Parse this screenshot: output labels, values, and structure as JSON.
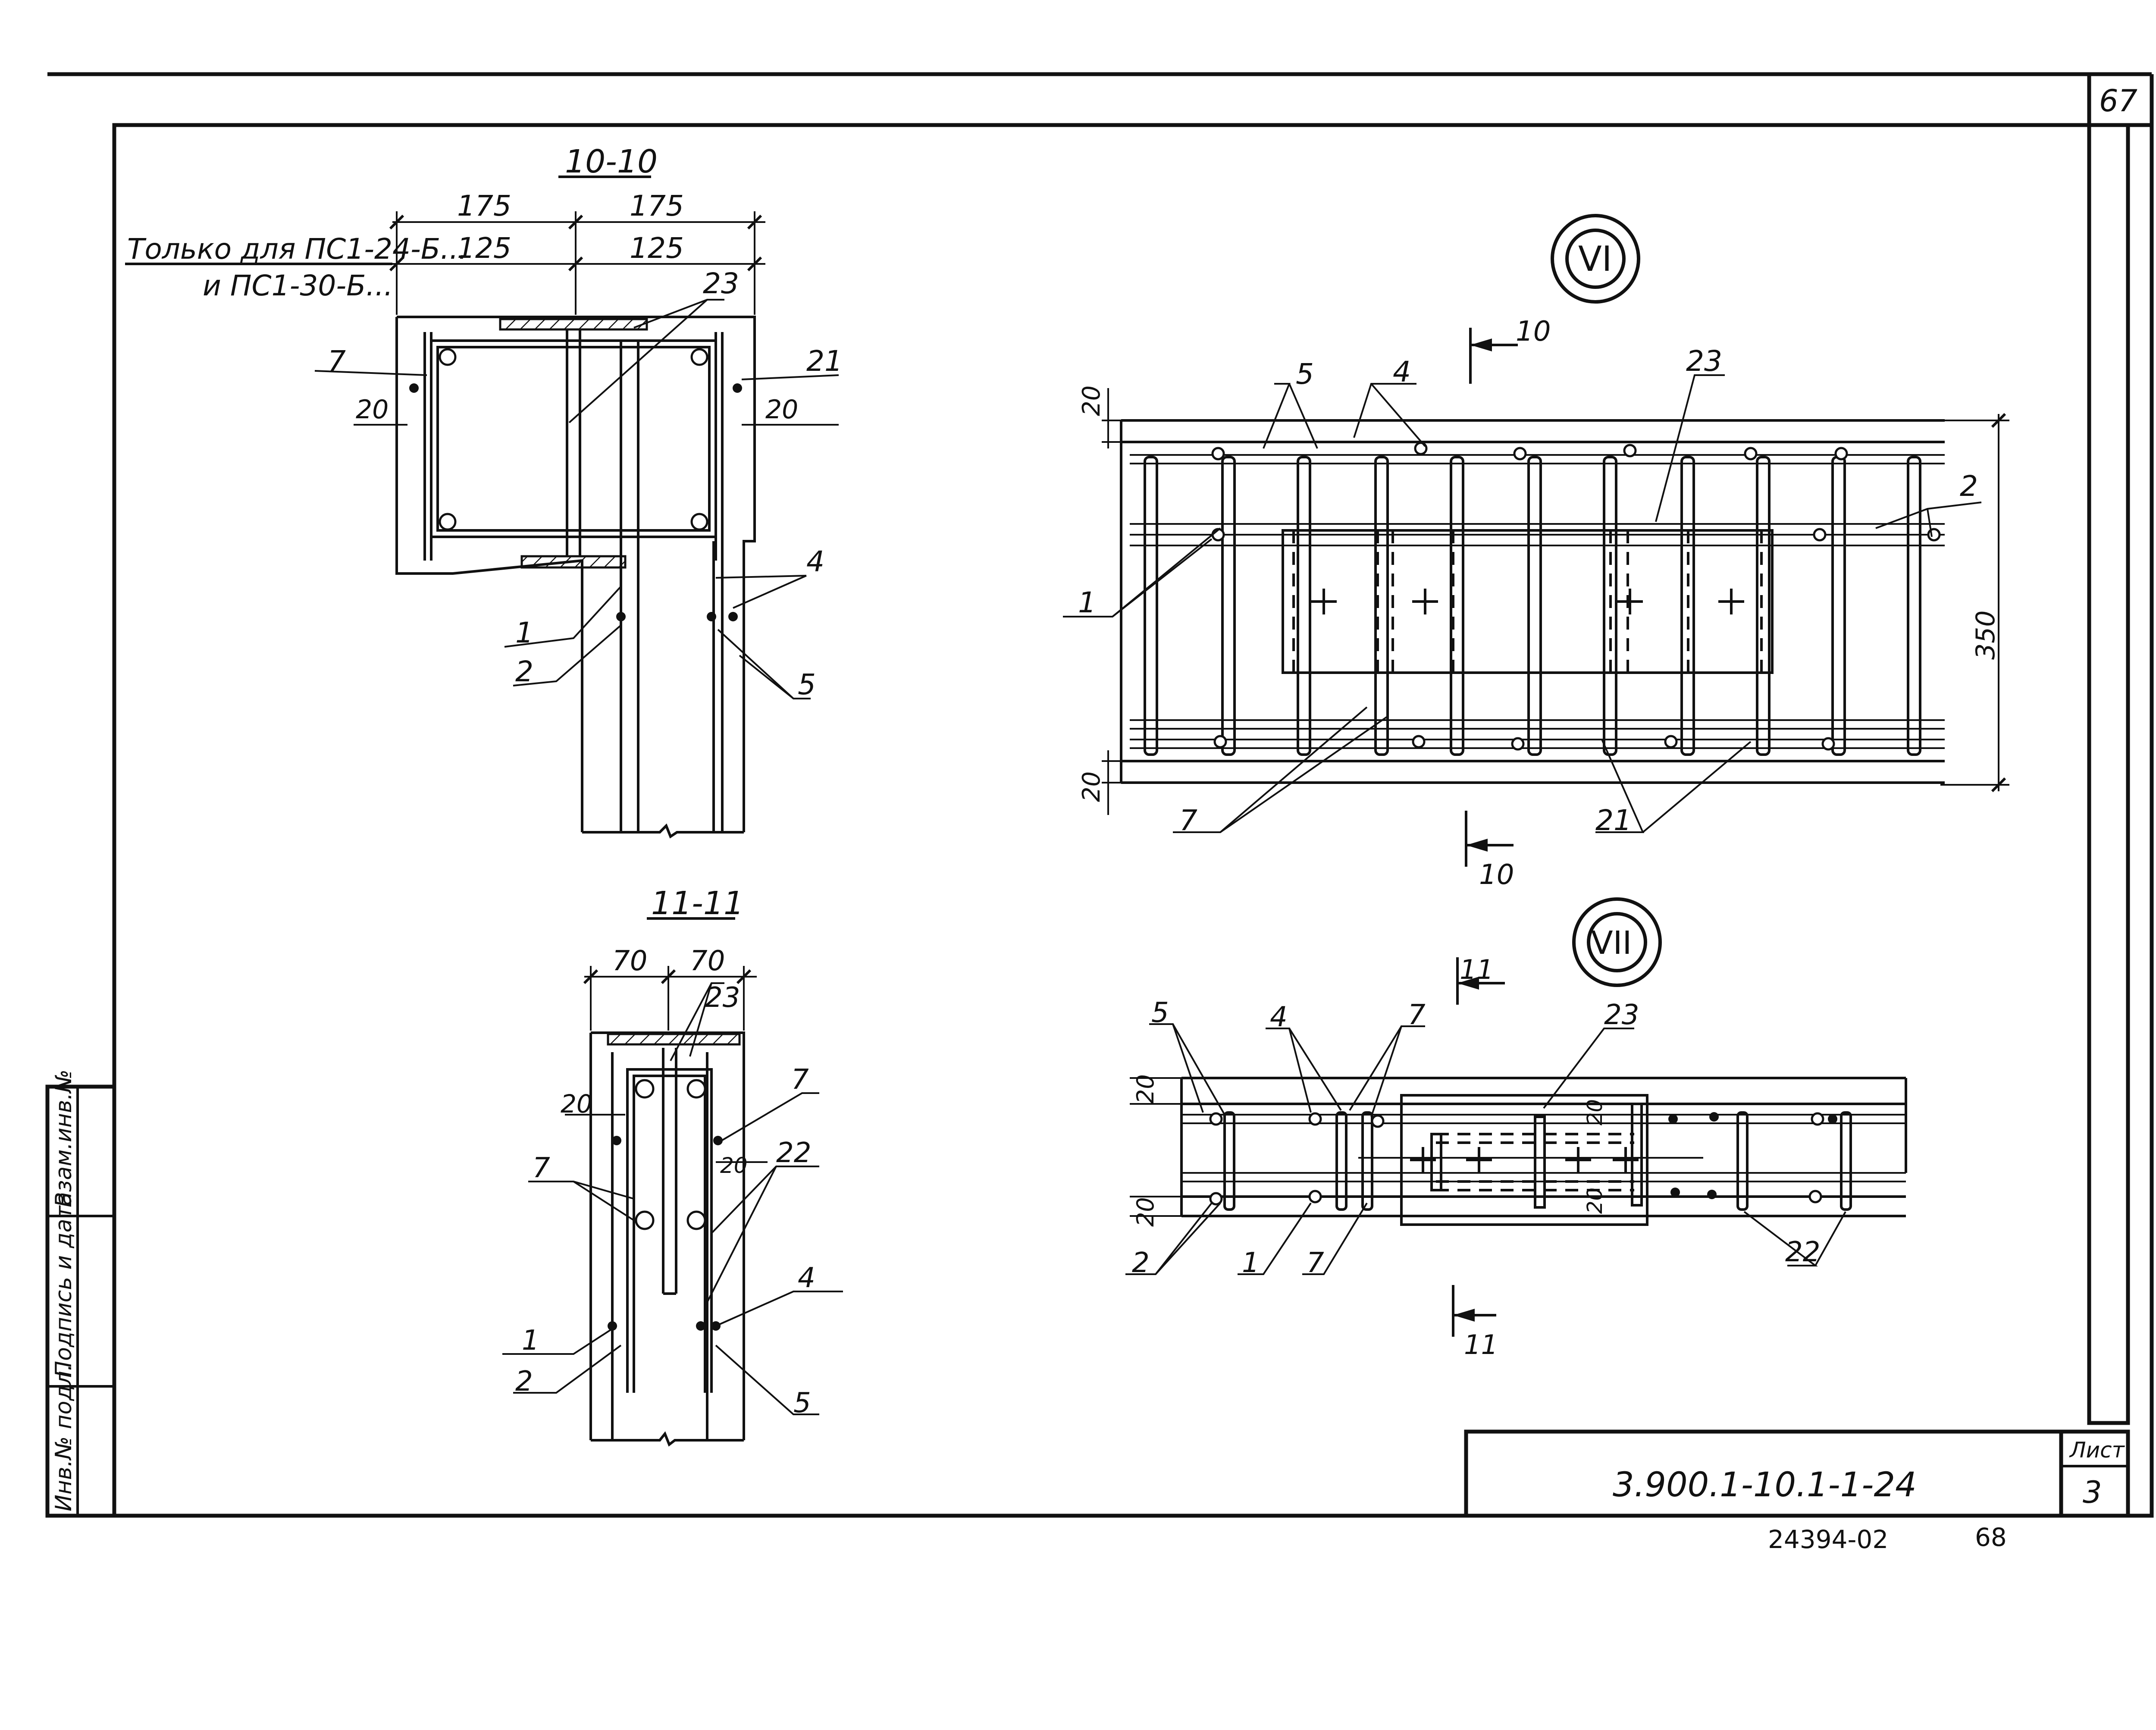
{
  "sheet": {
    "corner_number": "67",
    "bottom_code": "24394-02",
    "bottom_page": "68",
    "title_block": {
      "designation": "3.900.1-10.1-1-24",
      "sheet_label": "Лист",
      "sheet_number": "3"
    },
    "side_stamp": [
      "Инв.№ подл.",
      "Подпись и дата",
      "Взам.инв.№"
    ]
  },
  "section_10": {
    "title": "10-10",
    "note_line1": "Только для ПС1-24-Б...",
    "note_line2": "и ПС1-30-Б...",
    "dims": {
      "top_left": "175",
      "top_right": "175",
      "mid_left": "125",
      "mid_right": "125",
      "left_gap": "20",
      "right_gap": "20"
    },
    "callouts": {
      "c23": "23",
      "c7": "7",
      "c21": "21",
      "c4": "4",
      "c1": "1",
      "c2": "2",
      "c5": "5"
    }
  },
  "section_11": {
    "title": "11-11",
    "dims": {
      "top_left": "70",
      "top_right": "70",
      "left_gap": "20",
      "right_gap": "20"
    },
    "callouts": {
      "c23": "23",
      "c7_right": "7",
      "c7_left": "7",
      "c22": "22",
      "c4": "4",
      "c1": "1",
      "c2": "2",
      "c5": "5"
    }
  },
  "node_6": {
    "badge": "VI",
    "cut_label_top": "10",
    "cut_label_bottom": "10",
    "dims": {
      "top": "20",
      "bottom": "20",
      "height": "350"
    },
    "callouts": {
      "c5": "5",
      "c4": "4",
      "c23": "23",
      "c2": "2",
      "c1": "1",
      "c7": "7",
      "c21": "21"
    }
  },
  "node_7": {
    "badge": "VII",
    "cut_label_top": "11",
    "cut_label_bottom": "11",
    "dims": {
      "top": "20",
      "bottom": "20",
      "inner_top": "20",
      "inner_bottom": "20"
    },
    "callouts": {
      "c5": "5",
      "c4": "4",
      "c7_top": "7",
      "c23": "23",
      "c2": "2",
      "c1": "1",
      "c7_bottom": "7",
      "c22": "22"
    }
  }
}
